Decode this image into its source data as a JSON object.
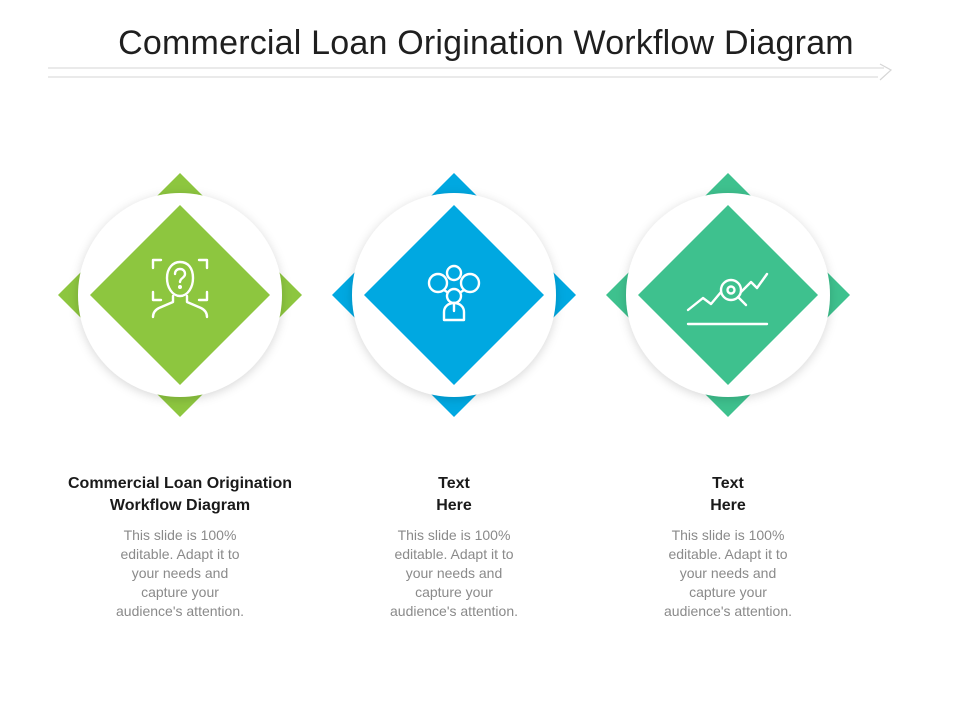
{
  "title": "Commercial Loan Origination Workflow Diagram",
  "items": [
    {
      "heading": [
        "Commercial Loan Origination",
        "Workflow Diagram"
      ],
      "description": [
        "This slide is 100%",
        "editable. Adapt it to",
        "your needs and",
        "capture your",
        "audience's attention."
      ],
      "color": "#8dc63f",
      "icon": "face-recognition-question-icon"
    },
    {
      "heading": [
        "Text",
        "Here"
      ],
      "description": [
        "This slide is 100%",
        "editable. Adapt it to",
        "your needs and",
        "capture your",
        "audience's attention."
      ],
      "color": "#00a8e1",
      "icon": "team-network-icon"
    },
    {
      "heading": [
        "Text",
        "Here"
      ],
      "description": [
        "This slide is 100%",
        "editable. Adapt it to",
        "your needs and",
        "capture your",
        "audience's attention."
      ],
      "color": "#3ec18e",
      "icon": "chart-analysis-magnifier-icon"
    }
  ],
  "colors": {
    "title_rule": "#d6d6d6",
    "circle": "#ffffff"
  }
}
